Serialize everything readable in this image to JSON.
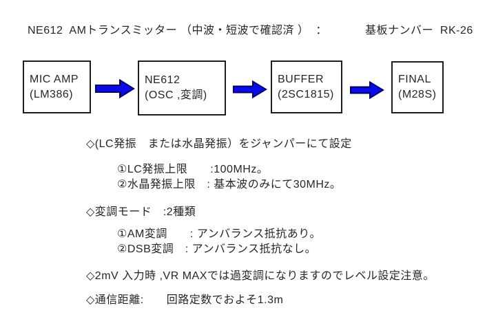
{
  "colors": {
    "arrow_fill": "#0b0bea",
    "arrow_stroke": "#00005e",
    "text": "#262626",
    "block_border": "#1c1c1c",
    "background": "#ffffff"
  },
  "header": {
    "title_left": "NE612  AMトランスミッター （中波・短波で確認済 ）  ：",
    "title_right": "基板ナンバー  RK-26"
  },
  "diagram": {
    "blocks": [
      {
        "name": "mic-amp",
        "line1": "MIC AMP",
        "line2": "(LM386)"
      },
      {
        "name": "ne612",
        "line1": "NE612",
        "line2": "(OSC ,変調)"
      },
      {
        "name": "buffer",
        "line1": "BUFFER",
        "line2": "(2SC1815)"
      },
      {
        "name": "final",
        "line1": "FINAL",
        "line2": "(M28S)"
      }
    ],
    "arrow_icon": "right-block-arrow"
  },
  "notes": {
    "jumper": {
      "heading": "◇(LC発振　または水晶発振）をジャンパーにて設定",
      "items": [
        "①LC発振上限　　:100MHz。",
        "②水晶発振上限　: 基本波のみにて30MHz。"
      ]
    },
    "modulation": {
      "heading": "◇変調モード　:2種類",
      "items": [
        "①AM変調　　: アンバランス抵抗あり。",
        "②DSB変調　: アンバランス抵抗なし。"
      ]
    },
    "input_note": "◇2mV 入力時 ,VR MAXでは過変調になりますのでレベル設定注意。",
    "range_note": "◇通信距離:　　回路定数でおよそ1.3m"
  }
}
